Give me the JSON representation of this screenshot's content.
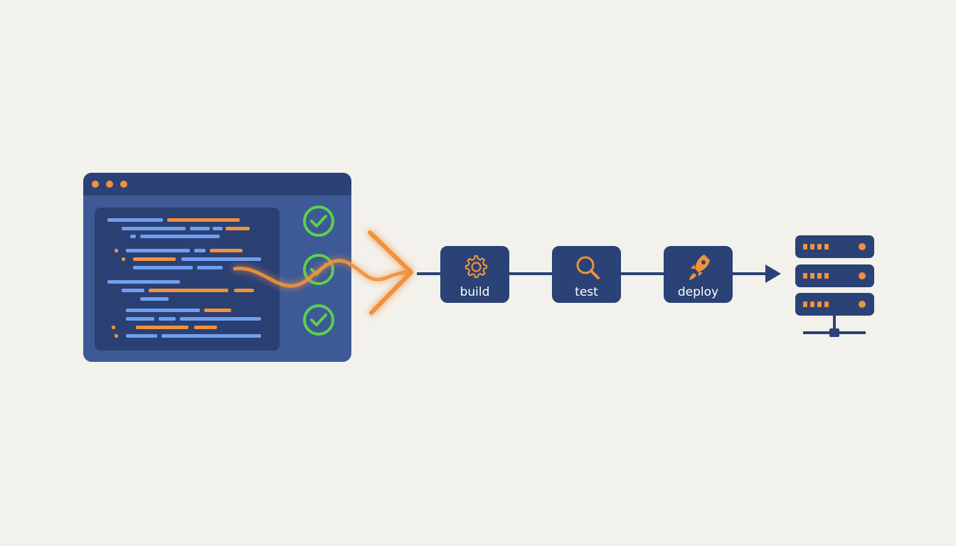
{
  "pipeline": {
    "stages": [
      {
        "label": "build",
        "icon": "gear-icon"
      },
      {
        "label": "test",
        "icon": "magnifier-icon"
      },
      {
        "label": "deploy",
        "icon": "rocket-icon"
      }
    ]
  },
  "colors": {
    "background": "#f3f1ec",
    "navy": "#2a4275",
    "window_blue": "#3d5a96",
    "accent_orange": "#f0913d",
    "check_green": "#5cd14a",
    "code_blue": "#6f9ff0"
  },
  "icons": {
    "editor": "code-editor-window",
    "checks": [
      "check-circle-icon",
      "check-circle-icon",
      "check-circle-icon"
    ],
    "flow": "wavy-arrow-icon",
    "target": "server-rack-icon"
  }
}
